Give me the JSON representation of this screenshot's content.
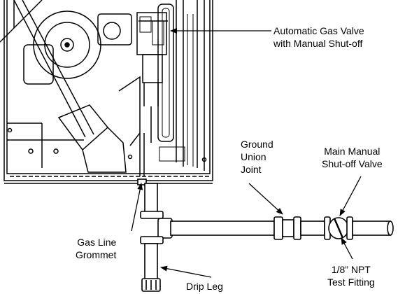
{
  "labels": {
    "automatic_gas_valve": [
      "Automatic Gas Valve",
      "with Manual Shut-off"
    ],
    "ground_union_joint": [
      "Ground",
      "Union",
      "Joint"
    ],
    "main_manual_valve": [
      "Main Manual",
      "Shut-off Valve"
    ],
    "gas_line_grommet": [
      "Gas Line",
      "Grommet"
    ],
    "test_fitting": [
      "1/8” NPT",
      "Test Fitting"
    ],
    "drip_leg": [
      "Drip Leg"
    ]
  },
  "colors": {
    "line": "#000000",
    "background": "#ffffff"
  }
}
